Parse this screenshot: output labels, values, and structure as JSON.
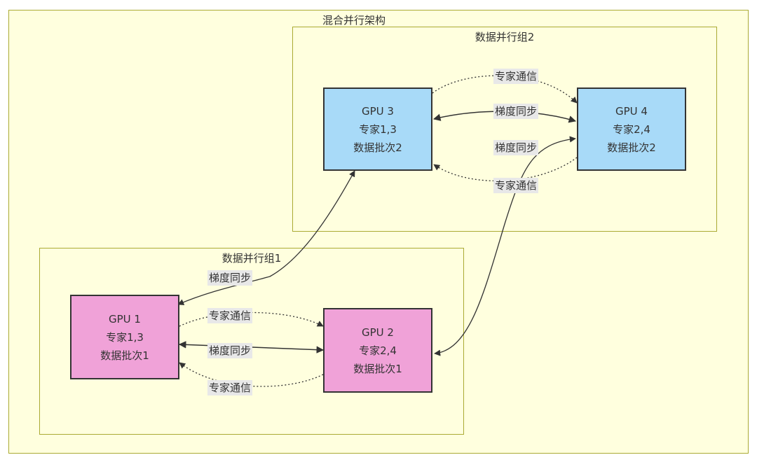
{
  "outer_cluster": {
    "title": "混合并行架构"
  },
  "group2": {
    "title": "数据并行组2"
  },
  "group1": {
    "title": "数据并行组1"
  },
  "nodes": {
    "gpu3": {
      "name": "GPU 3",
      "experts": "专家1,3",
      "batch": "数据批次2"
    },
    "gpu4": {
      "name": "GPU 4",
      "experts": "专家2,4",
      "batch": "数据批次2"
    },
    "gpu1": {
      "name": "GPU 1",
      "experts": "专家1,3",
      "batch": "数据批次1"
    },
    "gpu2": {
      "name": "GPU 2",
      "experts": "专家2,4",
      "batch": "数据批次1"
    }
  },
  "edges": {
    "gpu3_gpu4_comm_top": "专家通信",
    "gpu3_gpu4_sync": "梯度同步",
    "gpu4_gpu1_sync": "梯度同步",
    "gpu4_gpu3_comm_bottom": "专家通信",
    "gpu1_gpu3_sync": "梯度同步",
    "gpu1_gpu2_comm_top": "专家通信",
    "gpu1_gpu2_sync": "梯度同步",
    "gpu2_gpu1_comm_bottom": "专家通信"
  },
  "colors": {
    "cluster_fill": "#ffffde",
    "cluster_border": "#aaaa33",
    "node_blue": "#a8daf8",
    "node_pink": "#f0a2d8",
    "node_border": "#333333",
    "edge": "#333333",
    "label_bg": "#e8e8e8"
  }
}
